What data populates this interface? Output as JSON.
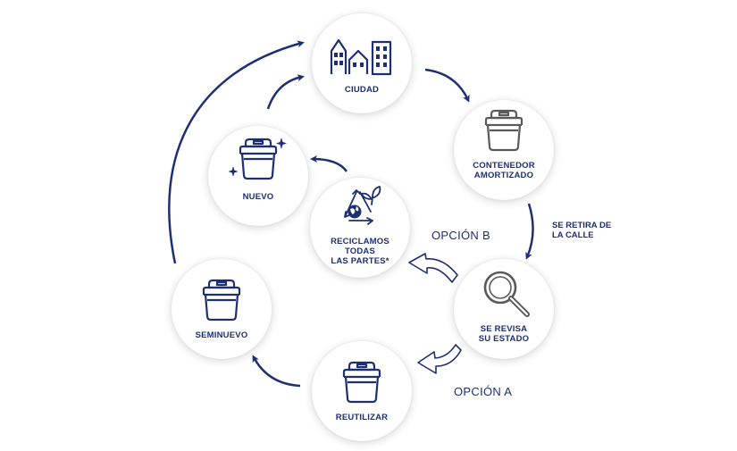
{
  "nodes": {
    "ciudad": {
      "label": "CIUDAD"
    },
    "contenedor_amortizado": {
      "label": "CONTENEDOR\nAMORTIZADO"
    },
    "se_revisa": {
      "label": "SE REVISA\nSU ESTADO"
    },
    "reutilizar": {
      "label": "REUTILIZAR"
    },
    "seminuevo": {
      "label": "SEMINUEVO"
    },
    "nuevo": {
      "label": "NUEVO"
    },
    "reciclamos": {
      "label": "RECICLAMOS\nTODAS\nLAS PARTES*"
    }
  },
  "annotations": {
    "retira": "SE RETIRA DE\nLA CALLE",
    "opcion_b": "OPCIÓN B",
    "opcion_a": "OPCIÓN A"
  },
  "colors": {
    "primary": "#1f2f73",
    "icon_gray": "#5a5a5a"
  },
  "icons": {
    "ciudad": "buildings-icon",
    "contenedor_amortizado": "worn-bin-icon",
    "se_revisa": "magnifier-icon",
    "reutilizar": "bin-icon",
    "seminuevo": "bin-icon",
    "nuevo": "sparkle-bin-icon",
    "reciclamos": "recycle-globe-icon"
  }
}
